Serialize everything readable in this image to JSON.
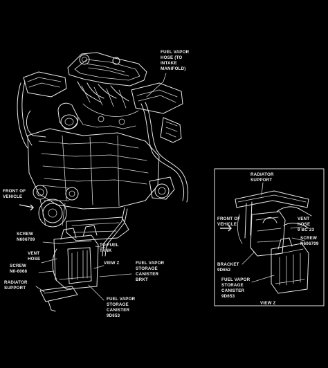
{
  "labels": {
    "fuel_vapor_hose_top": [
      "FUEL VAPOR",
      "HOSE (TO",
      "INTAKE",
      "MANIFOLD)"
    ],
    "front_of_vehicle_left": [
      "FRONT OF",
      "VEHICLE"
    ],
    "screw_left": [
      "SCREW",
      "N606709"
    ],
    "vent_hose_left": [
      "VENT",
      "HOSE"
    ],
    "screw_n_left": [
      "SCREW",
      "N0-6068"
    ],
    "radiator_support_left": [
      "RADIATOR",
      "SUPPORT"
    ],
    "to_fuel_tank": [
      "TO FUEL",
      "TANK"
    ],
    "view_z_left": [
      "VIEW Z"
    ],
    "fuel_vapor_canister_bracket": [
      "FUEL VAPOR",
      "STORAGE",
      "CANISTER",
      "BRKT"
    ],
    "fuel_vapor_canister_left": [
      "FUEL VAPOR",
      "STORAGE",
      "CANISTER",
      "9D653"
    ],
    "radiator_support_inset": [
      "RADIATOR",
      "SUPPORT"
    ],
    "front_of_vehicle_inset": [
      "FRONT OF",
      "VEHICLE"
    ],
    "vent_hose_inset": [
      "VENT",
      "HOSE",
      "9 BC 23"
    ],
    "screw_inset": [
      "SCREW",
      "N606709"
    ],
    "bracket_inset": [
      "BRACKET",
      "9D652"
    ],
    "fuel_vapor_canister_inset": [
      "FUEL VAPOR",
      "STORAGE",
      "CANISTER",
      "9D653"
    ],
    "view_z_inset": [
      "VIEW Z"
    ]
  }
}
